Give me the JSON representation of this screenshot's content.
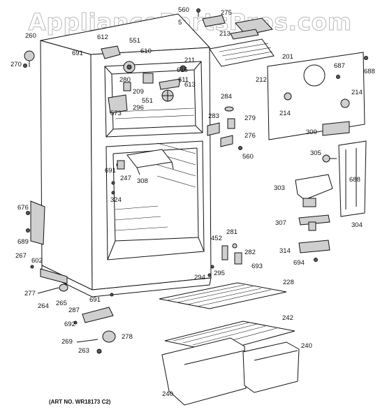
{
  "watermark": "AppliancePartsPros.com",
  "art_number": "(ART NO. WR18173 C2)",
  "callouts": [
    "560",
    "275",
    "5",
    "213",
    "260",
    "612",
    "551",
    "691",
    "270",
    "610",
    "201",
    "211",
    "615",
    "687",
    "688",
    "280",
    "611",
    "212",
    "209",
    "613",
    "551",
    "573",
    "296",
    "284",
    "214",
    "214",
    "283",
    "279",
    "276",
    "560",
    "309",
    "305",
    "691",
    "247",
    "308",
    "688",
    "303",
    "324",
    "676",
    "307",
    "304",
    "689",
    "452",
    "281",
    "267",
    "602",
    "282",
    "314",
    "693",
    "294",
    "295",
    "694",
    "228",
    "277",
    "264",
    "265",
    "691",
    "287",
    "242",
    "692",
    "278",
    "240",
    "269",
    "263",
    "240"
  ]
}
